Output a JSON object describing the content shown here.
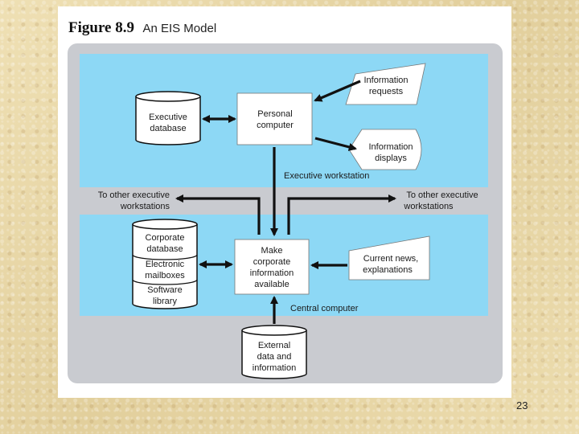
{
  "figure": {
    "number": "Figure 8.9",
    "title": "An EIS Model"
  },
  "workstation": {
    "label": "Executive workstation",
    "executive_database": [
      "Executive",
      "database"
    ],
    "personal_computer": [
      "Personal",
      "computer"
    ],
    "information_requests": [
      "Information",
      "requests"
    ],
    "information_displays": [
      "Information",
      "displays"
    ]
  },
  "links": {
    "left": [
      "To other executive",
      "workstations"
    ],
    "right": [
      "To other executive",
      "workstations"
    ]
  },
  "central": {
    "label": "Central computer",
    "make_available": [
      "Make",
      "corporate",
      "information",
      "available"
    ],
    "storage": {
      "corporate_database": [
        "Corporate",
        "database"
      ],
      "electronic_mailboxes": [
        "Electronic",
        "mailboxes"
      ],
      "software_library": [
        "Software",
        "library"
      ]
    },
    "current_news": [
      "Current news,",
      "explanations"
    ]
  },
  "external": [
    "External",
    "data and",
    "information"
  ],
  "slide_number": "23",
  "colors": {
    "panel_blue": "#8dd8f5",
    "outer_frame": "#c9cbd0",
    "arrow": "#111111"
  }
}
